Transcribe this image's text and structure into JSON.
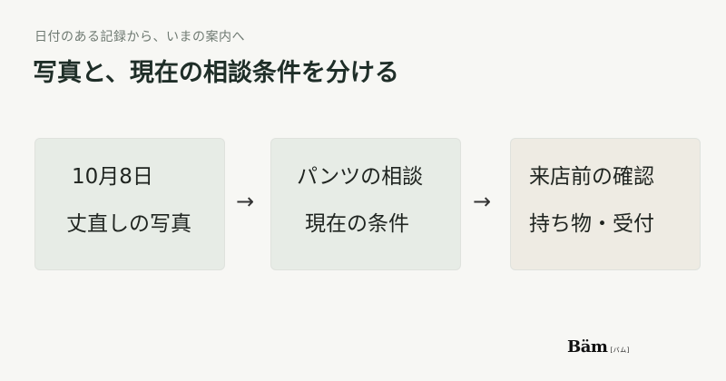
{
  "header": {
    "eyebrow": "日付のある記録から、いまの案内へ",
    "title": "写真と、現在の相談条件を分ける"
  },
  "steps": [
    {
      "line1": "10月8日",
      "line2": "丈直しの写真"
    },
    {
      "line1": "パンツの相談",
      "line2": "現在の条件"
    },
    {
      "line1": "来店前の確認",
      "line2": "持ち物・受付"
    }
  ],
  "arrows": [
    "→",
    "→"
  ],
  "footer": {
    "logo_text": "Bäm",
    "logo_sub": "[バム]"
  },
  "colors": {
    "background": "#f7f7f4",
    "card_green": "#e7ece6",
    "card_beige": "#eeebe3",
    "title": "#1f2e28"
  }
}
